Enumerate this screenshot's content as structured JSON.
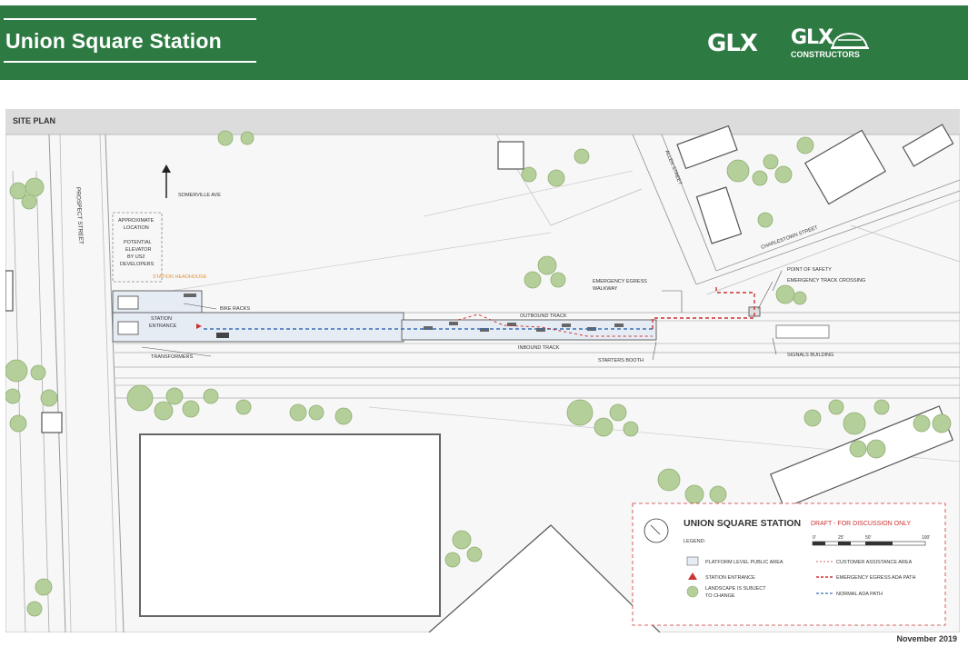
{
  "header": {
    "title": "Union Square Station",
    "logo_primary": "GLX",
    "logo_secondary": "GLX",
    "logo_secondary_sub": "CONSTRUCTORS",
    "brand_color": "#2e7a43"
  },
  "site_plan": {
    "section_label": "SITE PLAN",
    "streets": {
      "prospect": "PROSPECT STREET",
      "allen": "ALLEN STREET",
      "charlestown": "CHARLESTOWN STREET"
    },
    "north_arrow_label": "SOMERVILLE AVE",
    "labels": {
      "approx_location": [
        "APPROXIMATE",
        "LOCATION"
      ],
      "potential_elevator": [
        "POTENTIAL",
        "ELEVATOR",
        "BY US2",
        "DEVELOPERS"
      ],
      "station_headhouse": "STATION HEADHOUSE",
      "bike_racks": "BIKE RACKS",
      "station_entrance": [
        "STATION",
        "ENTRANCE"
      ],
      "transformers": "TRANSFORMERS",
      "outbound_track": "OUTBOUND TRACK",
      "inbound_track": "INBOUND TRACK",
      "emergency_egress": [
        "EMERGENCY EGRESS",
        "WALKWAY"
      ],
      "starters_booth": "STARTERS BOOTH",
      "point_of_safety": "POINT OF SAFETY",
      "emergency_crossing": "EMERGENCY TRACK CROSSING",
      "signals_building": "SIGNALS BUILDING"
    }
  },
  "legend": {
    "station_name": "UNION SQUARE STATION",
    "draft_note": "DRAFT - FOR DISCUSSION ONLY",
    "legend_label": "LEGEND:",
    "scale_ticks": [
      "0'",
      "25'",
      "50'",
      "100'"
    ],
    "items": {
      "platform": "PLATFORM LEVEL PUBLIC AREA",
      "entrance": "STATION ENTRANCE",
      "landscape": [
        "LANDSCAPE IS SUBJECT",
        "TO CHANGE"
      ],
      "customer_assist": "CUSTOMER ASSISTANCE AREA",
      "emergency_path": "EMERGENCY  EGRESS ADA PATH",
      "normal_path": "NORMAL ADA PATH"
    }
  },
  "footer": {
    "date": "November 2019"
  },
  "colors": {
    "tree": "#b5cf9a",
    "tree_stroke": "#8fae72",
    "red_path": "#cc3333",
    "blue_path": "#3a6fb5",
    "headhouse_label": "#e0933a"
  }
}
